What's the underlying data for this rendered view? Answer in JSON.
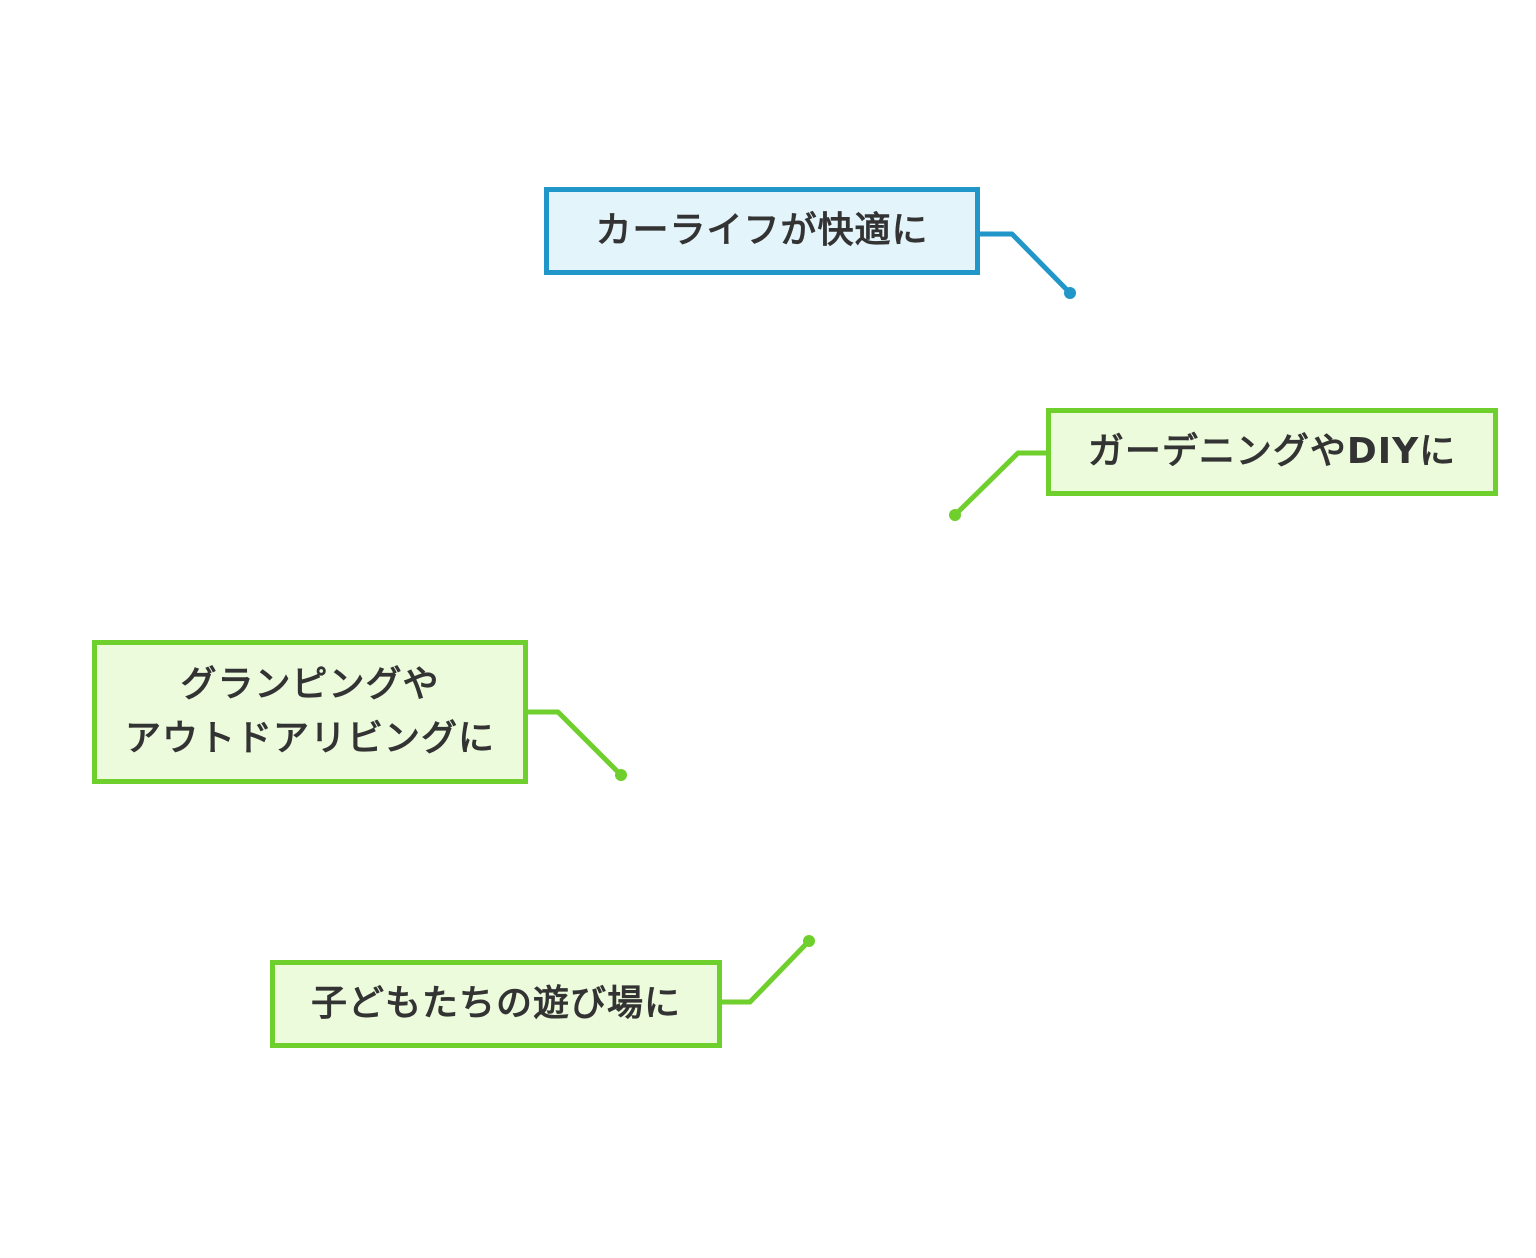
{
  "colors": {
    "blue_border": "#2196c9",
    "blue_fill": "#e3f4fb",
    "green_border": "#6fcf2c",
    "green_fill": "#ebfbdc",
    "text": "#333333"
  },
  "callouts": [
    {
      "id": "car_life",
      "text": "カーライフが快適に",
      "theme": "blue"
    },
    {
      "id": "gardening",
      "text": "ガーデニングやDIYに",
      "theme": "green"
    },
    {
      "id": "glamping",
      "lines": [
        "グランピングや",
        "アウトドアリビングに"
      ],
      "theme": "green"
    },
    {
      "id": "kids",
      "text": "子どもたちの遊び場に",
      "theme": "green"
    }
  ]
}
